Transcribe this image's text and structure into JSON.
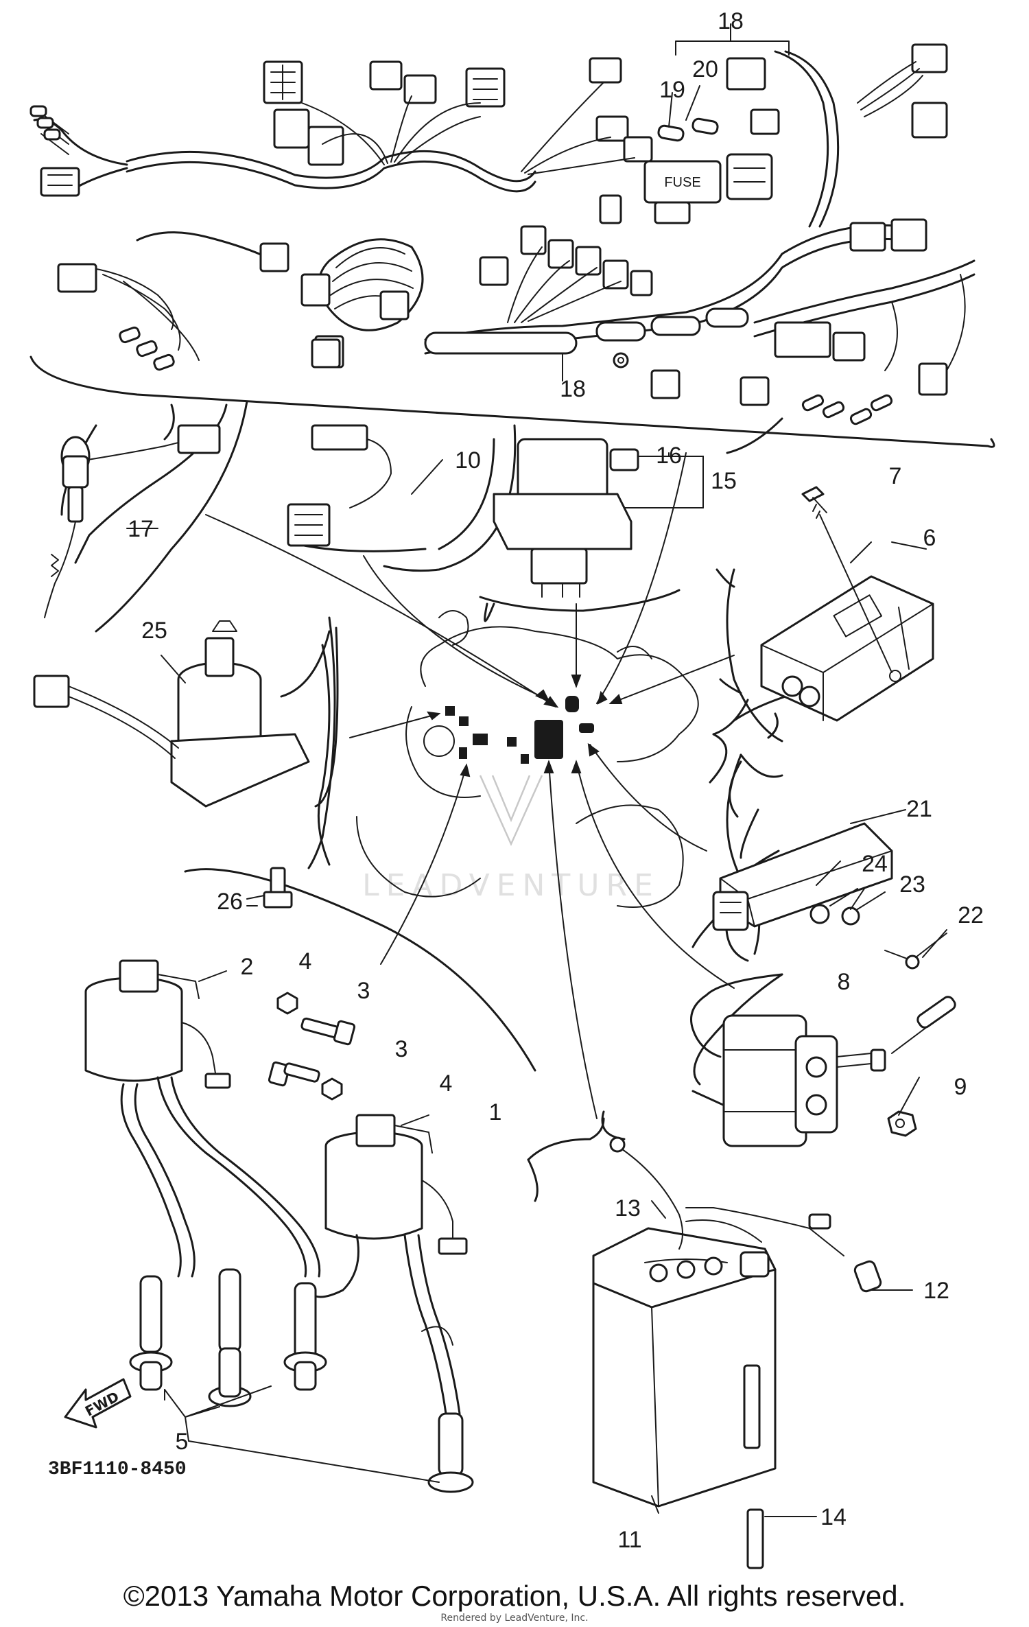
{
  "diagram": {
    "callouts": {
      "c1": "1",
      "c2": "2",
      "c3a": "3",
      "c3b": "3",
      "c4a": "4",
      "c4b": "4",
      "c5": "5",
      "c6": "6",
      "c7": "7",
      "c8": "8",
      "c9": "9",
      "c10": "10",
      "c11": "11",
      "c12": "12",
      "c13": "13",
      "c14": "14",
      "c15": "15",
      "c16": "16",
      "c17": "17",
      "c18a": "18",
      "c18b": "18",
      "c19": "19",
      "c20": "20",
      "c21": "21",
      "c22": "22",
      "c23": "23",
      "c24": "24",
      "c25": "25",
      "c26": "26"
    },
    "fuse_label": "FUSE",
    "fwd_label": "FWD",
    "drawing_code": "3BF1110-8450",
    "watermark": "LEADVENTURE"
  },
  "footer": {
    "copyright": "©2013 Yamaha Motor Corporation, U.S.A. All rights reserved.",
    "rendered_by": "Rendered by LeadVenture, Inc."
  }
}
